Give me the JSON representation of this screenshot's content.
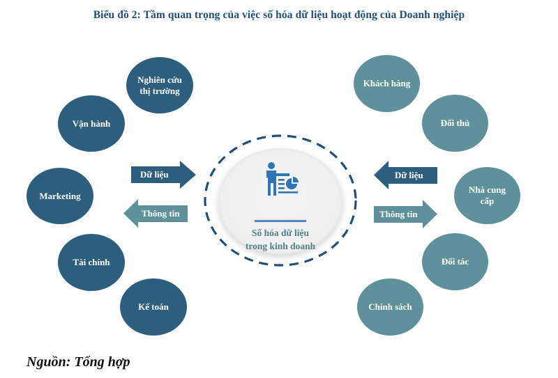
{
  "title": "Biểu đồ 2: Tầm quan trọng của việc số hóa dữ liệu hoạt động của Doanh nghiệp",
  "colors": {
    "title": "#1f4e79",
    "left_nodes": "#2d5e7e",
    "right_nodes": "#5e919a",
    "arrow_dark": "#2d5e7e",
    "arrow_light": "#5e919a",
    "center_ring": "#1f4e79",
    "center_text": "#4f8189",
    "icon": "#2e75b6"
  },
  "center": {
    "line1": "Số hóa dữ liệu",
    "line2": "trong kinh doanh",
    "icon": "presentation-chart-icon"
  },
  "left_nodes": [
    {
      "label": "Nghiên cứu thị trường"
    },
    {
      "label": "Vận hành"
    },
    {
      "label": "Marketing"
    },
    {
      "label": "Tài chính"
    },
    {
      "label": "Kế toán"
    }
  ],
  "right_nodes": [
    {
      "label": "Khách hàng"
    },
    {
      "label": "Đối thủ"
    },
    {
      "label": "Nhà cung cấp"
    },
    {
      "label": "Đối tác"
    },
    {
      "label": "Chính sách"
    }
  ],
  "arrows": {
    "left_in": {
      "label": "Dữ liệu",
      "direction": "right"
    },
    "left_out": {
      "label": "Thông tin",
      "direction": "left"
    },
    "right_in": {
      "label": "Dữ liệu",
      "direction": "left"
    },
    "right_out": {
      "label": "Thông tin",
      "direction": "right"
    }
  },
  "source": "Nguồn: Tổng hợp"
}
